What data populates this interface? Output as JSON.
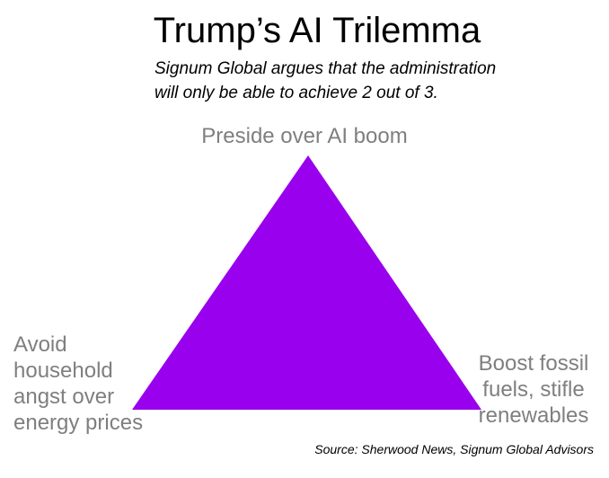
{
  "header": {
    "title": "Trump’s AI Trilemma",
    "subtitle": "Signum Global argues that the administration\nwill only be able to achieve 2 out of 3."
  },
  "trilemma": {
    "top_label": "Preside over AI boom",
    "left_label": "Avoid\nhousehold\nangst over\nenergy prices",
    "right_label": "Boost fossil\nfuels, stifle\nrenewables"
  },
  "footer": {
    "source": "Source: Sherwood News, Signum Global Advisors"
  },
  "colors": {
    "triangle_fill": "#9900EE",
    "label_gray": "#7f7f7f",
    "text_black": "#000000"
  }
}
